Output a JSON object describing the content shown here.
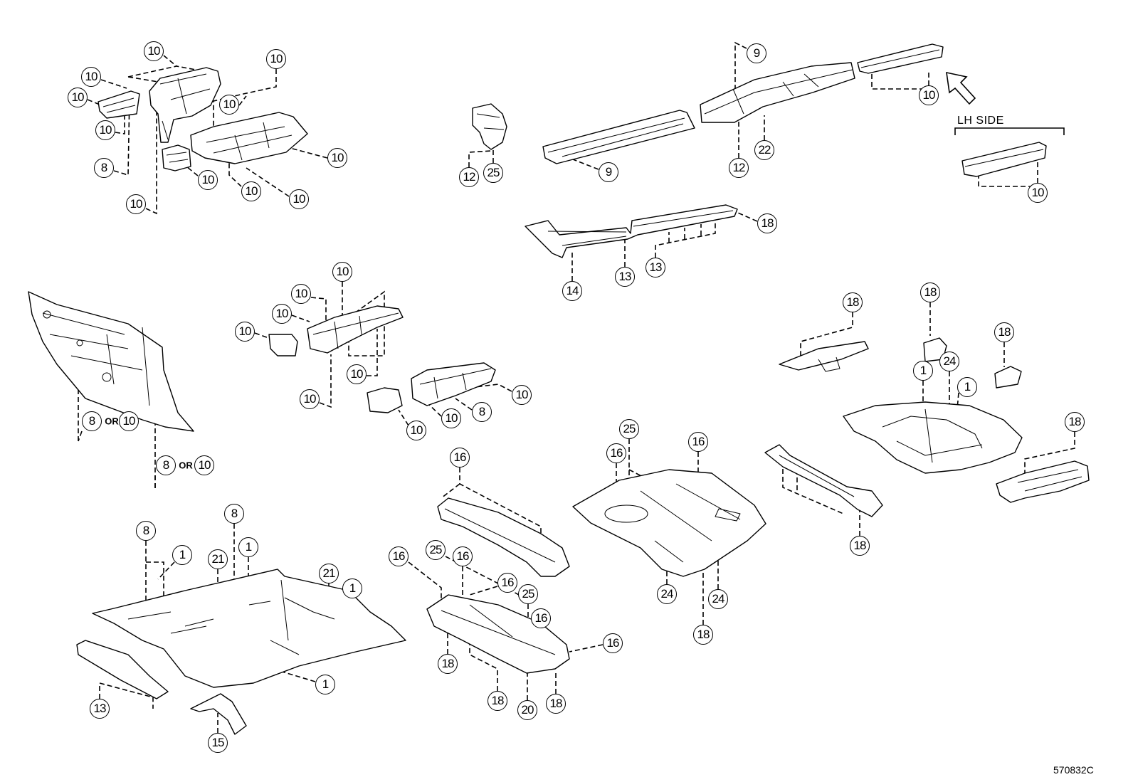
{
  "lh_side_label": "LH SIDE",
  "or_label": "OR",
  "figure_code": "570832C",
  "callouts": [
    "10",
    "10",
    "10",
    "10",
    "8",
    "10",
    "10",
    "10",
    "10",
    "10",
    "10",
    "10",
    "12",
    "25",
    "9",
    "10",
    "9",
    "12",
    "22",
    "10",
    "18",
    "13",
    "13",
    "14",
    "8",
    "10",
    "8",
    "10",
    "10",
    "10",
    "10",
    "10",
    "10",
    "10",
    "10",
    "8",
    "10",
    "10",
    "18",
    "18",
    "18",
    "24",
    "1",
    "1",
    "18",
    "18",
    "25",
    "16",
    "16",
    "24",
    "24",
    "18",
    "16",
    "16",
    "25",
    "16",
    "16",
    "25",
    "16",
    "16",
    "18",
    "18",
    "20",
    "18",
    "8",
    "8",
    "1",
    "21",
    "1",
    "21",
    "1",
    "1",
    "13",
    "15"
  ]
}
